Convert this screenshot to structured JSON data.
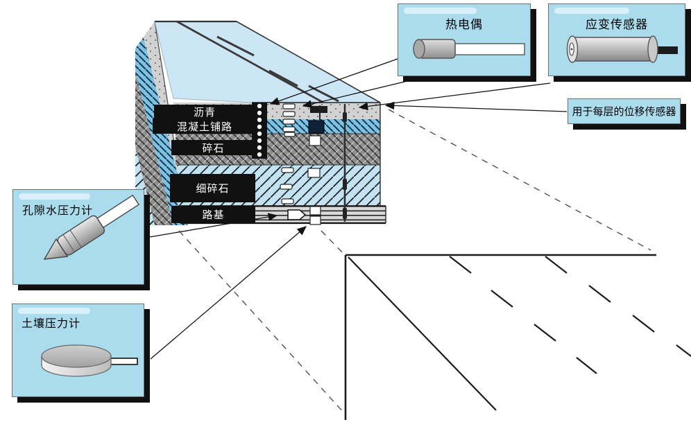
{
  "callouts": {
    "thermocouple": {
      "label": "热电偶"
    },
    "strain": {
      "label": "应变传感器"
    },
    "displacement": {
      "label": "用于每层的位移传感器"
    },
    "pore_pressure": {
      "label": "孔隙水压力计"
    },
    "soil_pressure": {
      "label": "土壤压力计"
    }
  },
  "layers": [
    {
      "id": "asphalt",
      "label": "沥青"
    },
    {
      "id": "concrete",
      "label": "混凝土铺路"
    },
    {
      "id": "gravel",
      "label": "碎石"
    },
    {
      "id": "fine_gravel",
      "label": "细碎石"
    },
    {
      "id": "subgrade",
      "label": "路基"
    }
  ],
  "colors": {
    "callout_bg": "#aadcee",
    "callout_shadow": "#101010",
    "road_surface": "#cde6f5",
    "asphalt_layer": "#d2d2d2",
    "concrete_layer": "#7cc2e2",
    "gravel_layer": "#8f8f8f",
    "fine_gravel_layer": "#c1e3f2",
    "subgrade_layer": "#d8d8d8",
    "label_box": "#111111"
  }
}
